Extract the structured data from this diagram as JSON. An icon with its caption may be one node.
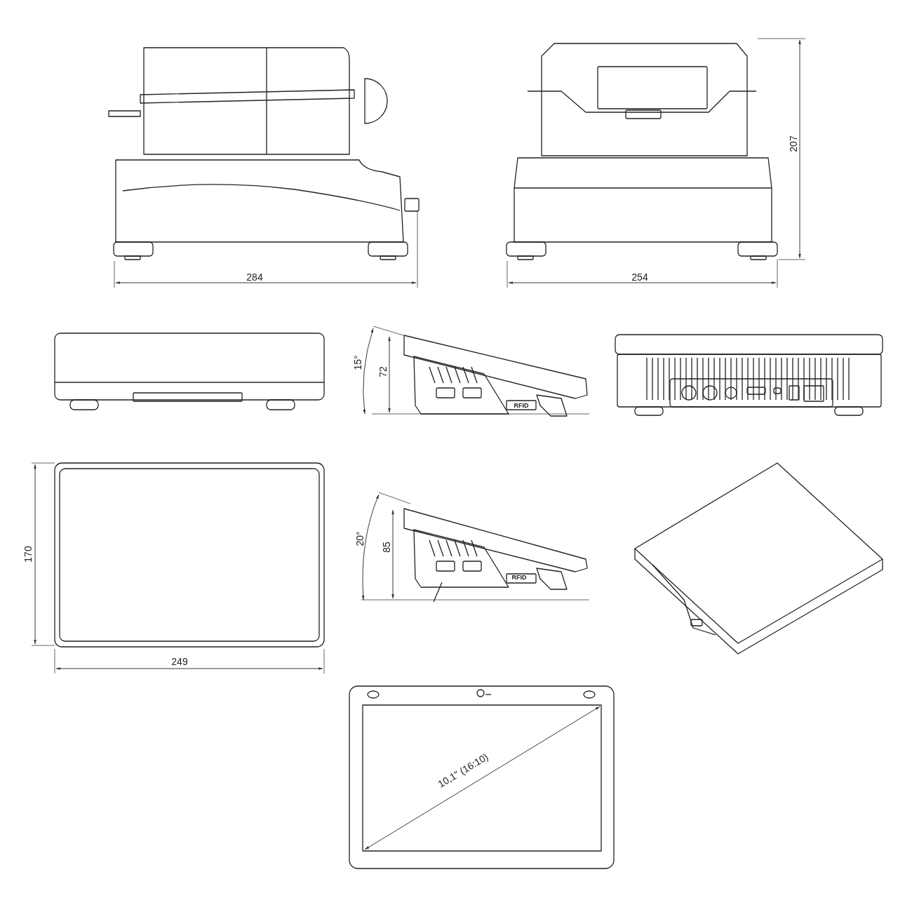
{
  "diagram": {
    "labels": [
      "284",
      "254",
      "207",
      "15°",
      "72",
      "RFID",
      "20°",
      "85",
      "RFID",
      "170",
      "249",
      "10,1\" (16:10)"
    ]
  }
}
